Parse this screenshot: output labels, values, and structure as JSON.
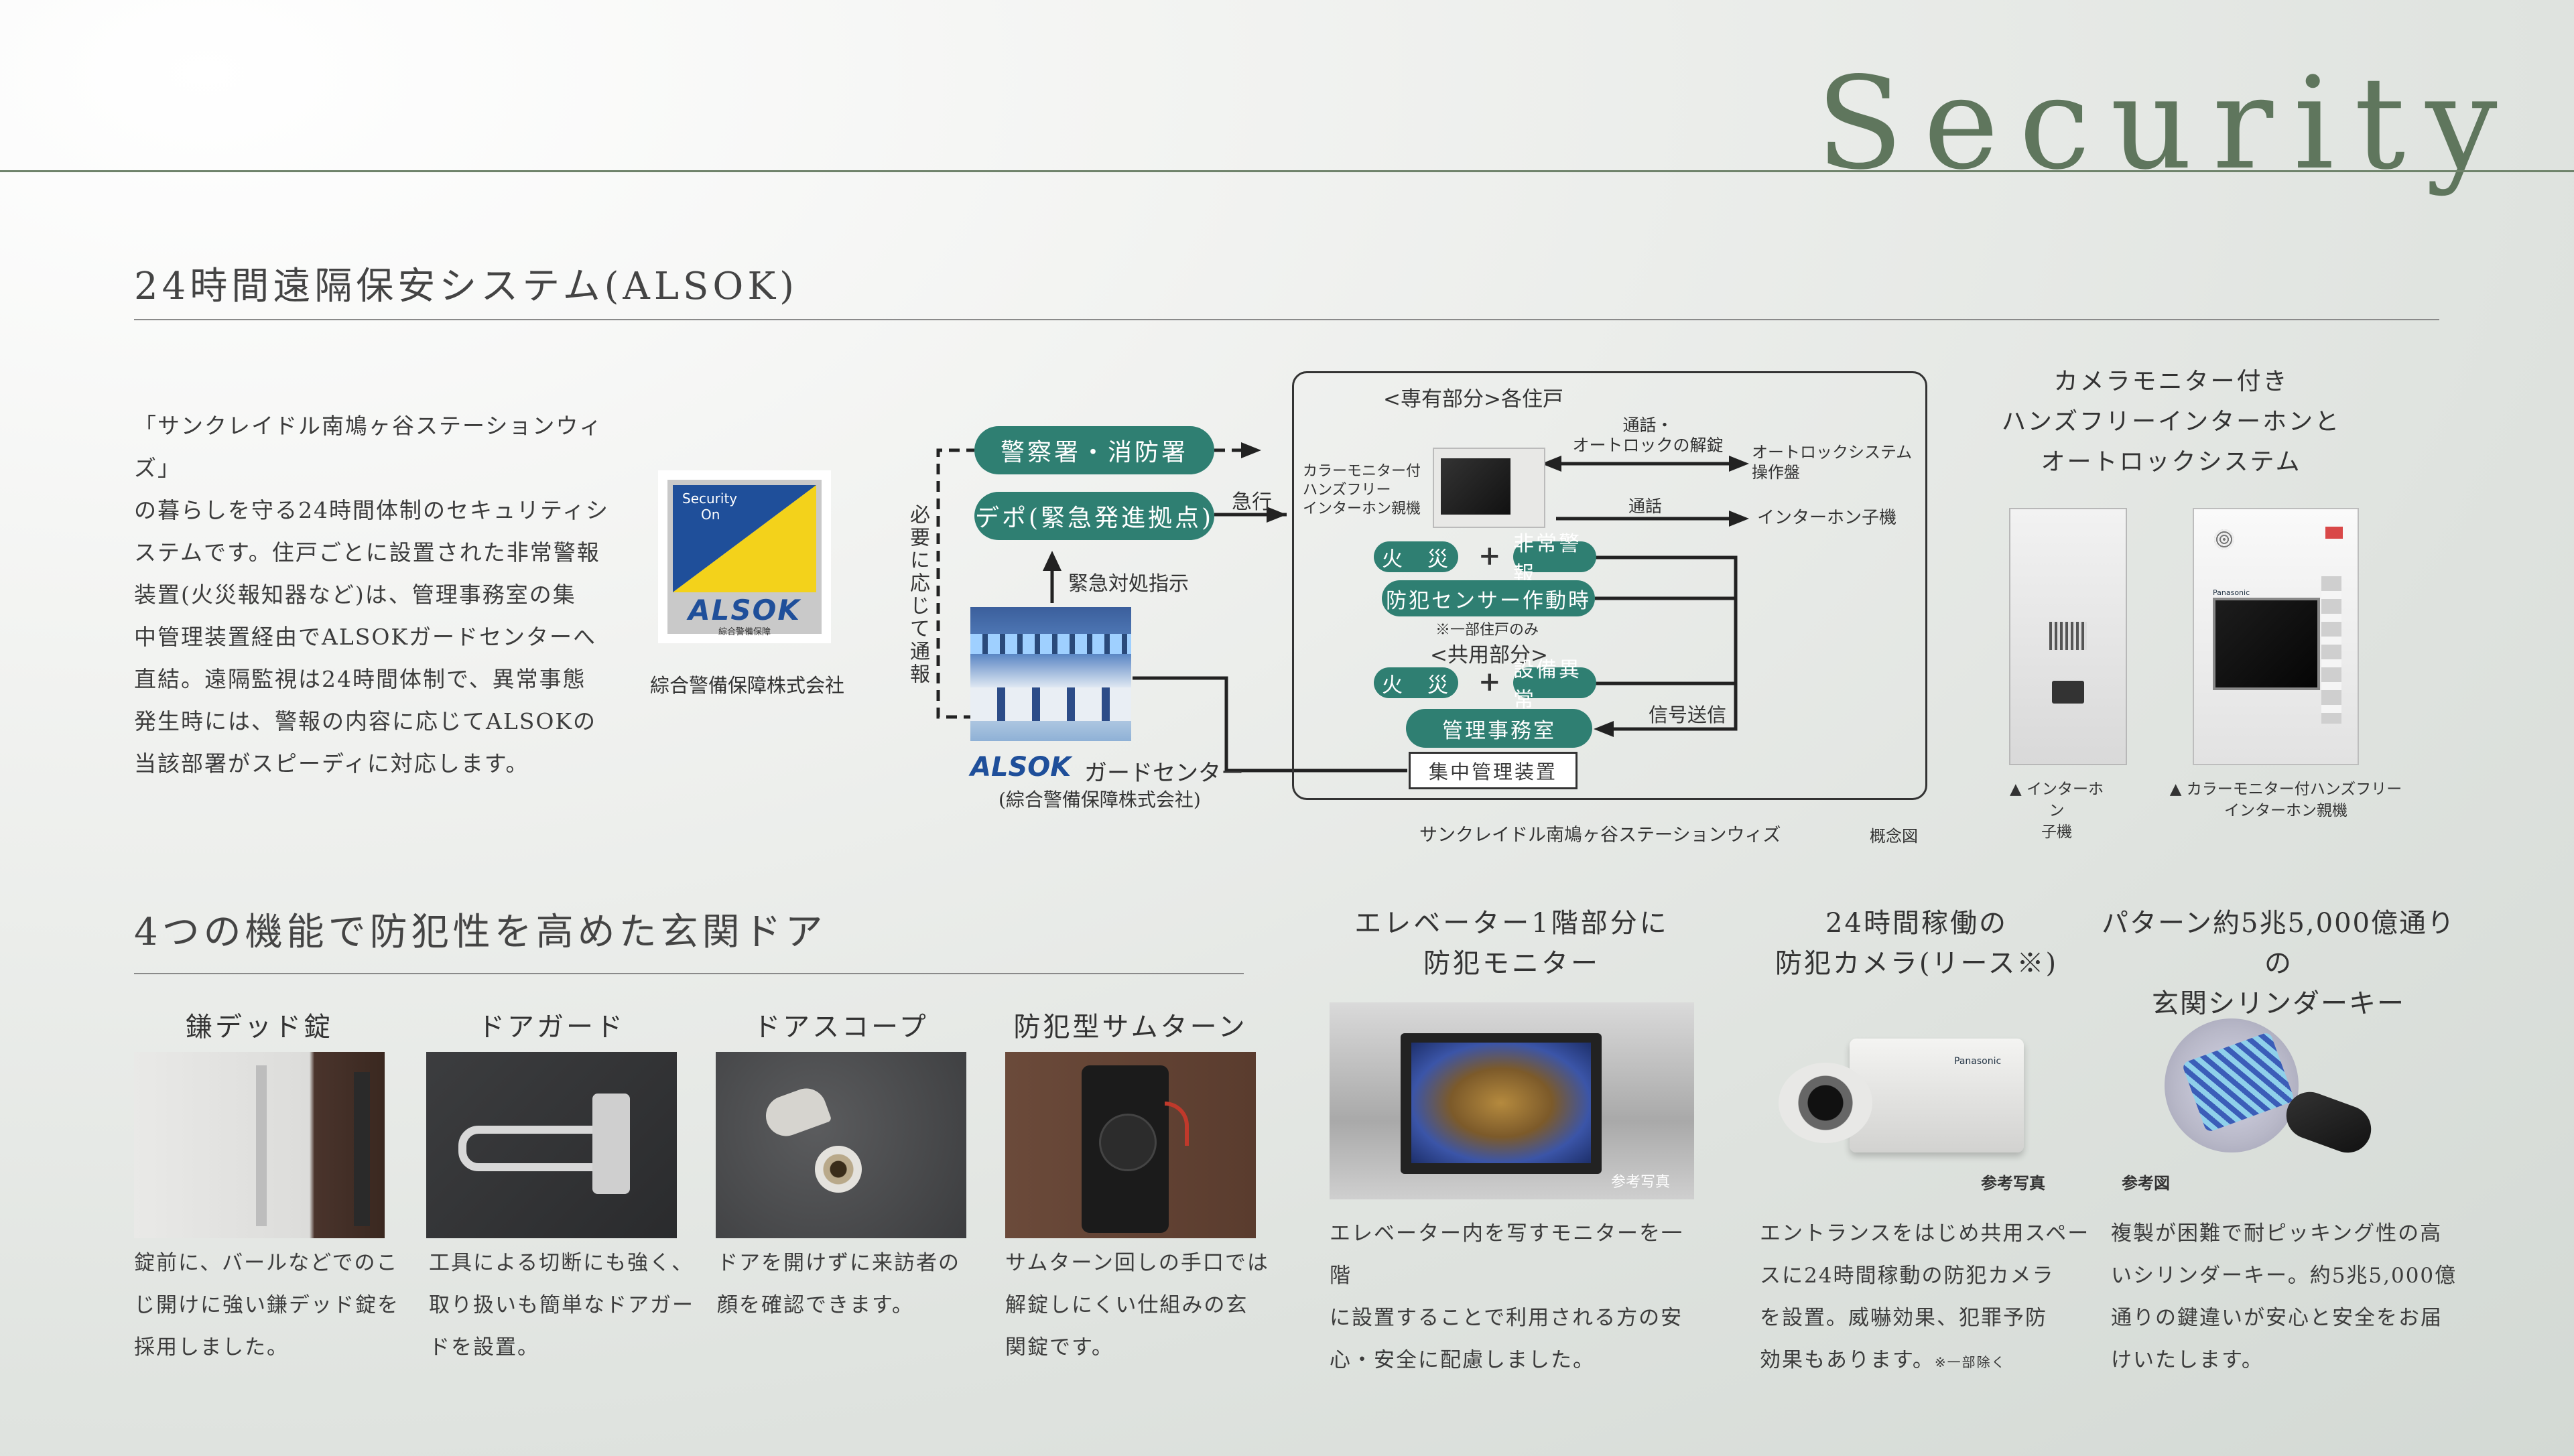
{
  "brand_title": "Security",
  "section1": {
    "title": "24時間遠隔保安システム(ALSOK)",
    "body_lines": [
      "「サンクレイドル南鳩ヶ谷ステーションウィズ」",
      "の暮らしを守る24時間体制のセキュリティシ",
      "ステムです。住戸ごとに設置された非常警報",
      "装置(火災報知器など)は、管理事務室の集",
      "中管理装置経由でALSOKガードセンターへ",
      "直結。遠隔監視は24時間体制で、異常事態",
      "発生時には、警報の内容に応じてALSOKの",
      "当該部署がスピーディに対応します。"
    ],
    "logo": {
      "line1": "Security",
      "line2": "On",
      "wordmark": "ALSOK",
      "sub": "綜合警備保障",
      "caption": "綜合警備保障株式会社"
    }
  },
  "diagram": {
    "police": "警察署・消防署",
    "depot": "デポ(緊急発進拠点)",
    "urgent": "急行",
    "vertical_label": "必要に応じて通報",
    "dispatch": "緊急対処指示",
    "guard_logo": "ALSOK",
    "guard_center": "ガードセンター",
    "guard_sub": "(綜合警備保障株式会社)",
    "private_label": "<専有部分>各住戸",
    "monitor_label_lines": [
      "カラーモニター付",
      "ハンズフリー",
      "インターホン親機"
    ],
    "call_unlock_lines": [
      "通話・",
      "オートロックの解錠"
    ],
    "autolock_panel_lines": [
      "オートロックシステム",
      "操作盤"
    ],
    "call": "通話",
    "intercom_slave": "インターホン子機",
    "fire": "火　災",
    "emergency": "非常警報",
    "crime_sensor": "防犯センサー作動時",
    "some_units": "※一部住戸のみ",
    "common_label": "<共用部分>",
    "equipment": "設備異常",
    "signal": "信号送信",
    "office": "管理事務室",
    "central": "集中管理装置",
    "footer": "サンクレイドル南鳩ヶ谷ステーションウィズ",
    "concept": "概念図"
  },
  "intercom": {
    "title_lines": [
      "カメラモニター付き",
      "ハンズフリーインターホンと",
      "オートロックシステム"
    ],
    "slave_caption_lines": [
      "▲ インターホン",
      "子機"
    ],
    "master_caption_lines": [
      "▲ カラーモニター付ハンズフリー",
      "インターホン親機"
    ],
    "brand": "Panasonic"
  },
  "section2": {
    "title": "4つの機能で防犯性を高めた玄関ドア",
    "items": [
      {
        "title": "鎌デッド錠",
        "lines": [
          "錠前に、バールなどでのこ",
          "じ開けに強い鎌デッド錠を",
          "採用しました。"
        ]
      },
      {
        "title": "ドアガード",
        "lines": [
          "工具による切断にも強く、",
          "取り扱いも簡単なドアガー",
          "ドを設置。"
        ]
      },
      {
        "title": "ドアスコープ",
        "lines": [
          "ドアを開けずに来訪者の",
          "顔を確認できます。"
        ]
      },
      {
        "title": "防犯型サムターン",
        "lines": [
          "サムターン回しの手口では",
          "解錠しにくい仕組みの玄",
          "関錠です。"
        ]
      }
    ]
  },
  "elevator": {
    "title_lines": [
      "エレベーター1階部分に",
      "防犯モニター"
    ],
    "note": "参考写真",
    "lines": [
      "エレベーター内を写すモニターを一階",
      "に設置することで利用される方の安",
      "心・安全に配慮しました。"
    ]
  },
  "camera": {
    "title_lines": [
      "24時間稼働の",
      "防犯カメラ(リース※)"
    ],
    "note": "参考写真",
    "brand": "Panasonic",
    "lines": [
      "エントランスをはじめ共用スペー",
      "スに24時間稼動の防犯カメラ",
      "を設置。威嚇効果、犯罪予防",
      "効果もあります。"
    ],
    "footnote": "※一部除く"
  },
  "key": {
    "title_lines": [
      "パターン約5兆5,000億通りの",
      "玄関シリンダーキー"
    ],
    "note": "参考図",
    "lines": [
      "複製が困難で耐ピッキング性の高",
      "いシリンダーキー。約5兆5,000億",
      "通りの鍵違いが安心と安全をお届",
      "けいたします。"
    ]
  },
  "colors": {
    "accent_green": "#5f765d",
    "pill_teal": "#2f7f72",
    "alsok_blue": "#1f4f9a",
    "alsok_yellow": "#f3d21b"
  }
}
